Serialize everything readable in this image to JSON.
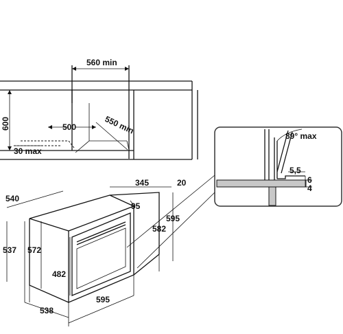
{
  "labels": {
    "niche_width_min": "560 min",
    "niche_height": "600",
    "depth_500": "500",
    "depth_550_min": "550 min",
    "vent_30_max": "30 max",
    "door_angle_89_max": "89° max",
    "gap_5_5": "5,5",
    "gap_6": "6",
    "gap_4": "4",
    "oven_depth_540": "540",
    "oven_depth_345": "345",
    "oven_gap_20": "20",
    "frame_95": "95",
    "oven_height_582": "582",
    "front_height_595": "595",
    "side_537": "537",
    "side_572": "572",
    "door_482": "482",
    "bottom_538": "538",
    "front_width_595": "595"
  },
  "colors": {
    "line": "#111111",
    "fill_gray": "#c8c8c8",
    "detail_border": "#333333"
  }
}
